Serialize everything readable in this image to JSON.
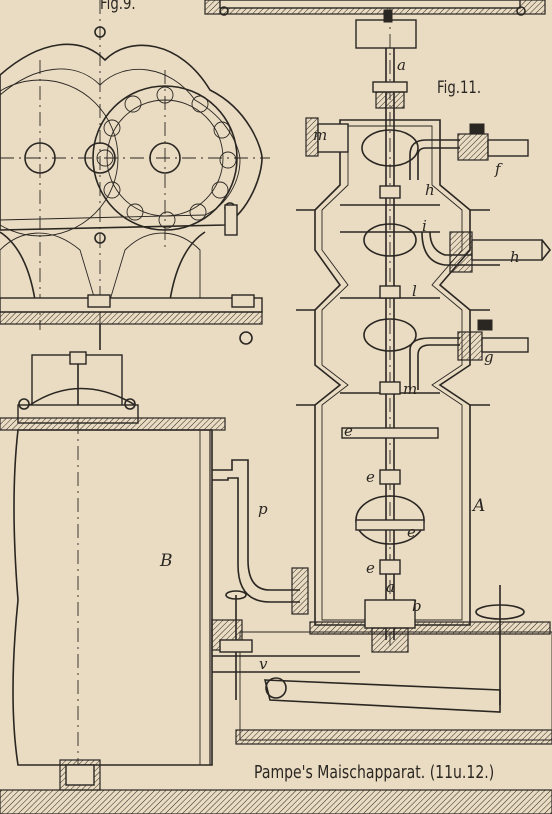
{
  "figures": {
    "fig9": "Fig.9.",
    "fig11": "Fig.11."
  },
  "labels": {
    "a_top": "a",
    "m_side": "m",
    "f": "f",
    "h_mid": "h",
    "i": "i",
    "h_pipe": "h",
    "l": "l",
    "g": "g",
    "m_mid": "m",
    "e_1": "e",
    "e_2": "e",
    "e_3": "e",
    "e_4": "e",
    "A": "A",
    "B": "B",
    "p": "p",
    "a_low": "a",
    "b": "b",
    "v": "v"
  },
  "caption": "Pampe's Maischapparat. (11u.12.)"
}
